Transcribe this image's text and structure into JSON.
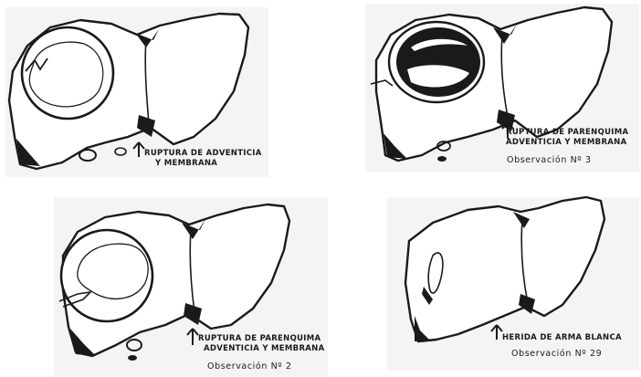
{
  "figures": [
    {
      "id": "top-left",
      "caption_lines": [
        "Ruptura de adventicia",
        "y membrana"
      ],
      "observation": ""
    },
    {
      "id": "top-right",
      "caption_lines": [
        "Ruptura de parenquima",
        "adventicia y membrana"
      ],
      "observation": "Observación Nº 3"
    },
    {
      "id": "bottom-left",
      "caption_lines": [
        "Ruptura de parenquima",
        "adventicia y membrana"
      ],
      "observation": "Observación Nº 2"
    },
    {
      "id": "bottom-right",
      "caption_lines": [
        "Herida de arma blanca"
      ],
      "observation": "Observación Nº 29"
    }
  ],
  "colors": {
    "ink": "#1a1a1a",
    "paper": "#ffffff",
    "shade": "#f4f4f2"
  }
}
